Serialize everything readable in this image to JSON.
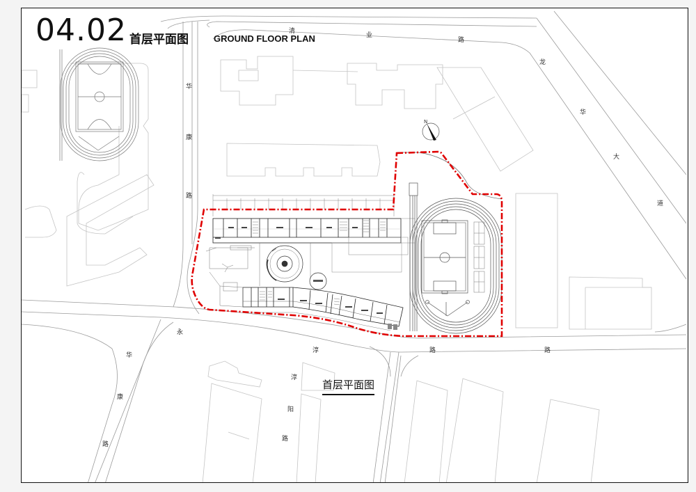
{
  "header": {
    "sheet_number": "04.02",
    "title_cn": "首层平面图",
    "title_en": "GROUND FLOOR PLAN"
  },
  "drawing": {
    "caption": "首层平面图",
    "north_arrow_label": "N",
    "colors": {
      "site_boundary": "#e00000",
      "context_lines": "#bdbdbd",
      "building_lines": "#333333",
      "frame": "#111111"
    },
    "roads": [
      {
        "name": "清业路",
        "chars": [
          "清",
          "业",
          "路"
        ]
      },
      {
        "name": "华康路",
        "chars": [
          "华",
          "康",
          "路"
        ]
      },
      {
        "name": "龙华大道",
        "chars": [
          "龙",
          "华",
          "大",
          "道"
        ]
      },
      {
        "name": "永淳路",
        "chars": [
          "永",
          "淳",
          "路"
        ]
      },
      {
        "name": "华康路(南)",
        "chars": [
          "华",
          "康",
          "路"
        ]
      },
      {
        "name": "淳阳路",
        "chars": [
          "淳",
          "阳",
          "路"
        ]
      }
    ],
    "features": [
      "site-boundary",
      "classroom-block-north",
      "classroom-block-south-curved",
      "circular-atrium",
      "circular-pavilion",
      "running-track-with-football-field",
      "neighbouring-school-track",
      "surrounding-residential-buildings"
    ]
  }
}
